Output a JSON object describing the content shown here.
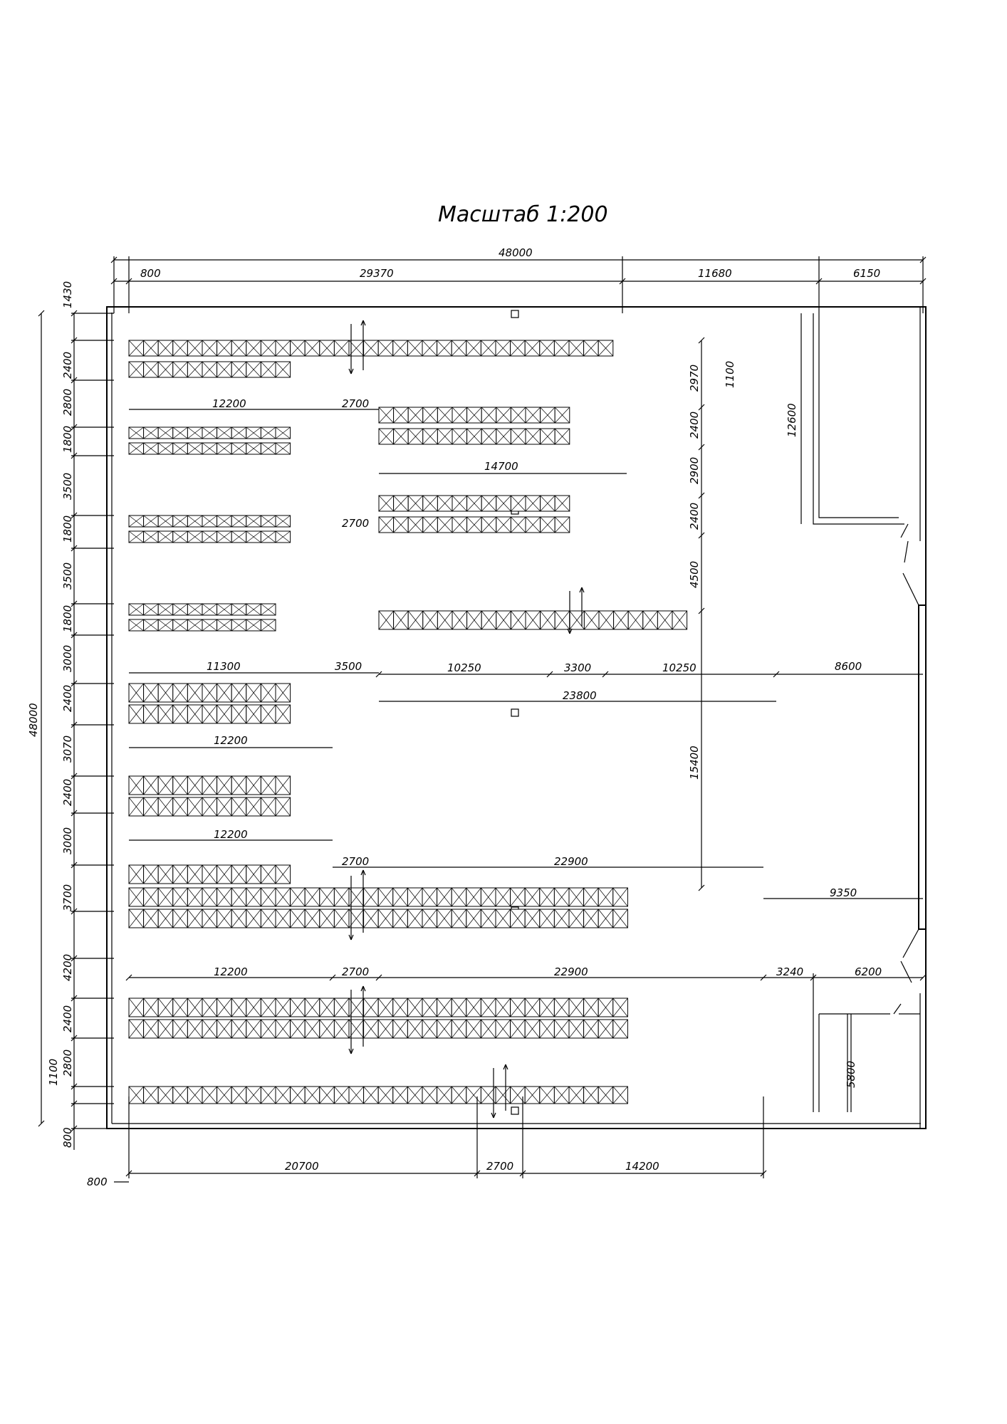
{
  "title": "Масштаб 1:200",
  "scale": "1:200",
  "unit": "mm",
  "building": {
    "width": 48000,
    "depth": 48000
  },
  "dimensions": {
    "overall_width": "48000",
    "overall_depth": "48000",
    "top_offset": "800",
    "top_rack_run": "29370",
    "top_right_run": "11680",
    "office_width_top": "6150",
    "office_depth_top": "12600",
    "gap_top_right": "1100",
    "right_clear_1": "2970",
    "right_rack_depth_1": "2400",
    "right_aisle_1": "2900",
    "right_rack_depth_2": "2400",
    "right_aisle_2": "4500",
    "right_clear_long": "15400",
    "left_1430": "1430",
    "left_2400_a": "2400",
    "left_2800_a": "2800",
    "left_1800_a": "1800",
    "left_3500_a": "3500",
    "left_1800_b": "1800",
    "left_3500_b": "3500",
    "left_1800_c": "1800",
    "left_3000_a": "3000",
    "left_2400_b": "2400",
    "left_3070": "3070",
    "left_2400_c": "2400",
    "left_3000_b": "3000",
    "left_3700": "3700",
    "left_4200": "4200",
    "left_2400_d": "2400",
    "left_2800_b": "2800",
    "left_1100": "1100",
    "left_800": "800",
    "row1_len": "12200",
    "aisle_2700_a": "2700",
    "block_14700": "14700",
    "aisle_2700_b": "2700",
    "row4_len": "11300",
    "aisle_3500": "3500",
    "mid_10250_a": "10250",
    "mid_3300": "3300",
    "mid_10250_b": "10250",
    "mid_total": "23800",
    "right_8600": "8600",
    "row5_len": "12200",
    "row6_len": "12200",
    "aisle_2700_c": "2700",
    "run_22900_a": "22900",
    "right_9350": "9350",
    "row8_len": "12200",
    "aisle_2700_d": "2700",
    "run_22900_b": "22900",
    "gap_3240": "3240",
    "office_width_bottom": "6200",
    "office_depth_bottom": "5800",
    "bottom_20700": "20700",
    "bottom_2700": "2700",
    "bottom_14200": "14200",
    "bottom_800": "800"
  }
}
